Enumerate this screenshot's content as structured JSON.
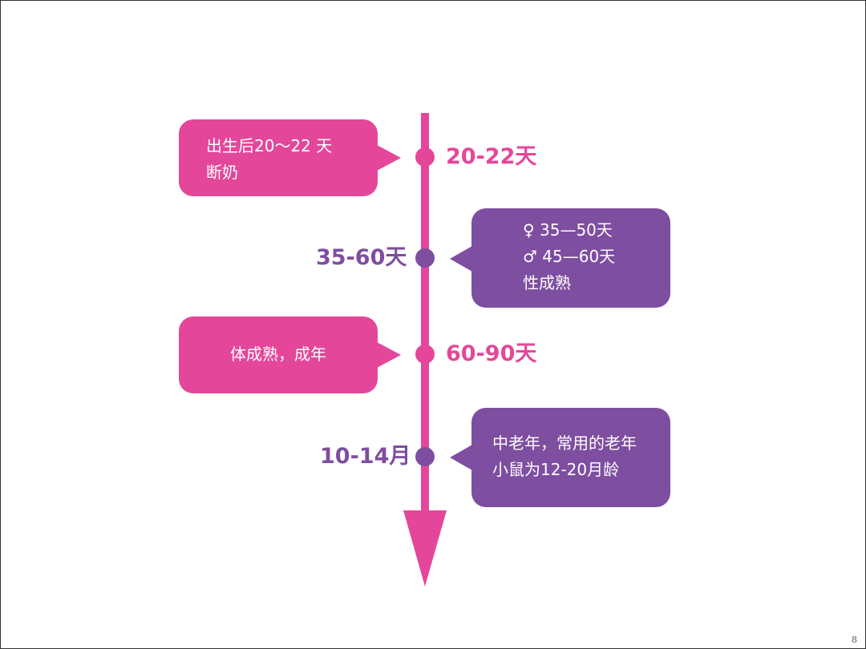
{
  "colors": {
    "pink": "#e4479a",
    "purple": "#7e4ea0"
  },
  "timeline": [
    {
      "date": "20-22天",
      "lines": [
        "出生后20～22 天",
        "断奶"
      ],
      "color": "pink"
    },
    {
      "date": "35-60天",
      "lines": [
        "♀ 35—50天",
        "♂ 45—60天",
        "性成熟"
      ],
      "color": "purple"
    },
    {
      "date": "60-90天",
      "lines": [
        "体成熟，成年"
      ],
      "color": "pink"
    },
    {
      "date": "10-14月",
      "lines": [
        "中老年，常用的老年",
        "小鼠为12-20月龄"
      ],
      "color": "purple"
    }
  ],
  "page_number": "8"
}
